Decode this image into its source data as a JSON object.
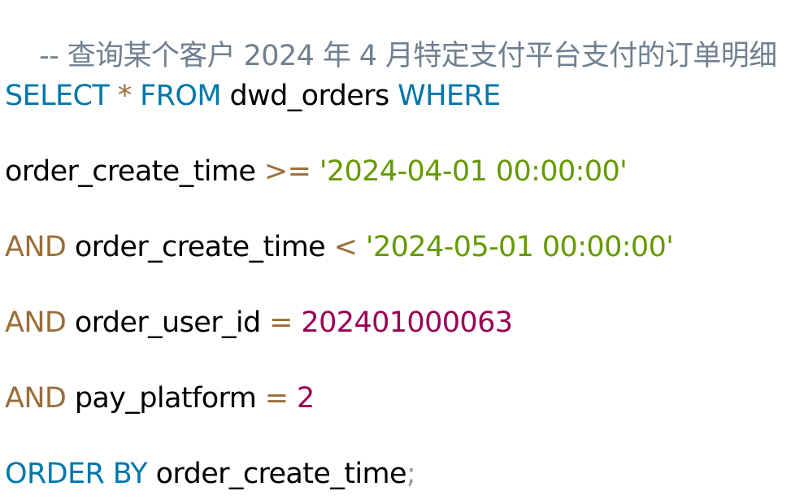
{
  "colors": {
    "comment": "#708090",
    "keyword": "#0077aa",
    "operator": "#9a6e3a",
    "identifier": "#000000",
    "string": "#669900",
    "number": "#990055",
    "punctuation": "#999999",
    "background": "#ffffff"
  },
  "code": {
    "comment": "-- 查询某个客户 2024 年 4 月特定支付平台支付的订单明细",
    "line1": {
      "kw_select": "SELECT",
      "star": "*",
      "kw_from": "FROM",
      "table": "dwd_orders",
      "kw_where": "WHERE"
    },
    "line2": {
      "column": "order_create_time",
      "op": ">=",
      "value": "'2024-04-01 00:00:00'"
    },
    "line3": {
      "kw_and": "AND",
      "column": "order_create_time",
      "op": "<",
      "value": "'2024-05-01 00:00:00'"
    },
    "line4": {
      "kw_and": "AND",
      "column": "order_user_id",
      "op": "=",
      "value": "202401000063"
    },
    "line5": {
      "kw_and": "AND",
      "column": "pay_platform",
      "op": "=",
      "value": "2"
    },
    "line6": {
      "kw_order_by": "ORDER BY",
      "column": "order_create_time",
      "terminator": ";"
    }
  }
}
